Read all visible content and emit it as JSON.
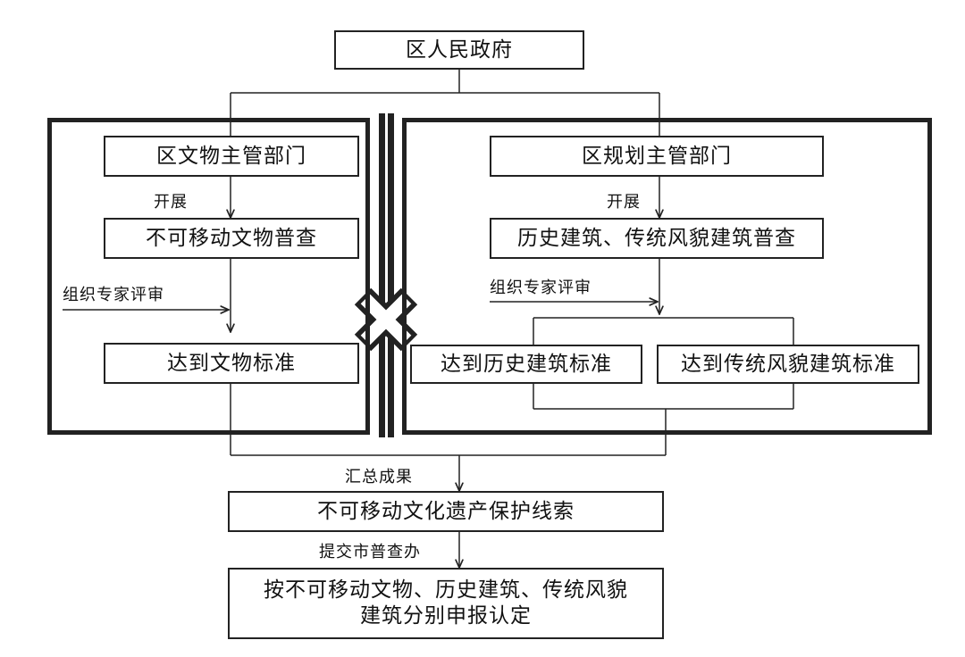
{
  "nodes": {
    "government": "区人民政府",
    "heritage_dept": "区文物主管部门",
    "planning_dept": "区规划主管部门",
    "heritage_survey": "不可移动文物普查",
    "historic_survey": "历史建筑、传统风貌建筑普查",
    "heritage_standard": "达到文物标准",
    "historic_standard": "达到历史建筑标准",
    "traditional_standard": "达到传统风貌建筑标准",
    "clues": "不可移动文化遗产保护线索",
    "final": "按不可移动文物、历史建筑、传统风貌\n建筑分别申报认定"
  },
  "edge_labels": {
    "left_conduct": "开展",
    "right_conduct": "开展",
    "left_review": "组织专家评审",
    "right_review": "组织专家评审",
    "summary": "汇总成果",
    "submit": "提交市普查办"
  }
}
